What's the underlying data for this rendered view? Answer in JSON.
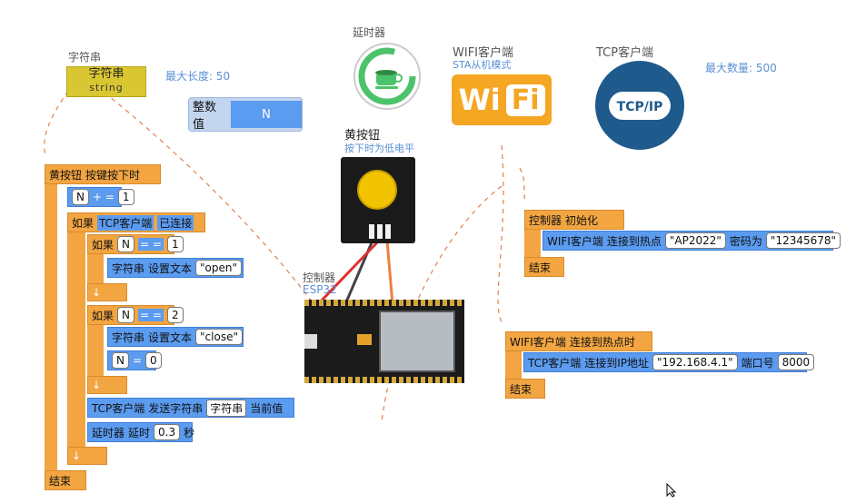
{
  "string_comp": {
    "title": "字符串",
    "block_main": "字符串",
    "block_sub": "string",
    "prop_label": "最大长度: 50"
  },
  "int_comp": {
    "label": "整数值",
    "value": "N"
  },
  "timer_comp": {
    "title": "延时器"
  },
  "wifi_comp": {
    "title": "WIFI客户端",
    "subtitle": "STA从机模式",
    "logo_text_1": "Wi",
    "logo_text_2": "Fi"
  },
  "tcp_comp": {
    "title": "TCP客户端",
    "prop_label": "最大数量: 500",
    "logo_text": "TCP/IP"
  },
  "button_comp": {
    "title": "黄按钮",
    "subtitle": "按下时为低电平"
  },
  "controller_comp": {
    "title": "控制器",
    "subtitle": "ESP32"
  },
  "event_button": {
    "header_1": "黄按钮",
    "header_2": "按键按下时",
    "n_var": "N",
    "plus_eq": "+ =",
    "one": "1",
    "if_label": "如果",
    "tcp": "TCP客户端",
    "connected": "已连接",
    "inner_if_1": {
      "if": "如果",
      "var": "N",
      "op": "= =",
      "val": "1"
    },
    "set_open": {
      "obj": "字符串",
      "action": "设置文本",
      "value": "\"open\""
    },
    "inner_if_2": {
      "if": "如果",
      "var": "N",
      "op": "= =",
      "val": "2"
    },
    "set_close": {
      "obj": "字符串",
      "action": "设置文本",
      "value": "\"close\""
    },
    "reset_n": {
      "var": "N",
      "op": "=",
      "val": "0"
    },
    "send": {
      "obj": "TCP客户端",
      "action": "发送字符串",
      "arg_obj": "字符串",
      "arg_prop": "当前值"
    },
    "delay": {
      "obj": "延时器",
      "action": "延时",
      "val": "0.3",
      "unit": "秒"
    },
    "arrow": "↓",
    "end": "结束"
  },
  "event_init": {
    "header_1": "控制器",
    "header_2": "初始化",
    "obj": "WIFI客户端",
    "action": "连接到热点",
    "ssid": "\"AP2022\"",
    "pwd_label": "密码为",
    "pwd": "\"12345678\"",
    "end": "结束"
  },
  "event_wifi": {
    "header_1": "WIFI客户端",
    "header_2": "连接到热点时",
    "obj": "TCP客户端",
    "action": "连接到IP地址",
    "ip": "\"192.168.4.1\"",
    "port_label": "端口号",
    "port": "8000",
    "end": "结束"
  },
  "colors": {
    "event": "#f2a541",
    "action": "#5b9bf0",
    "wire": "#e08050"
  }
}
